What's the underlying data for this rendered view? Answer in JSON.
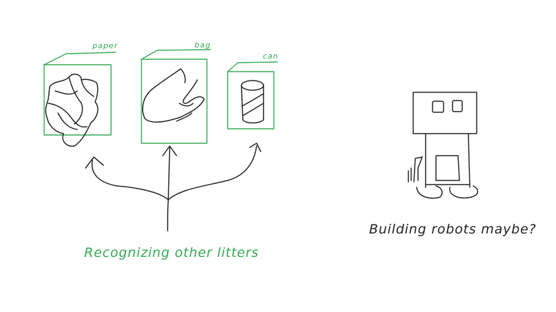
{
  "colors": {
    "accent": "#35a853",
    "ink": "#222222",
    "background": "#ffffff"
  },
  "diagram": {
    "boxes": [
      {
        "label": "paper",
        "icon": "crumpled-paper-icon"
      },
      {
        "label": "bag",
        "icon": "plastic-bag-icon"
      },
      {
        "label": "can",
        "icon": "can-icon"
      }
    ],
    "left_caption": "Recognizing other litters",
    "robot_icon": "robot-icon",
    "right_caption": "Building robots maybe?"
  }
}
